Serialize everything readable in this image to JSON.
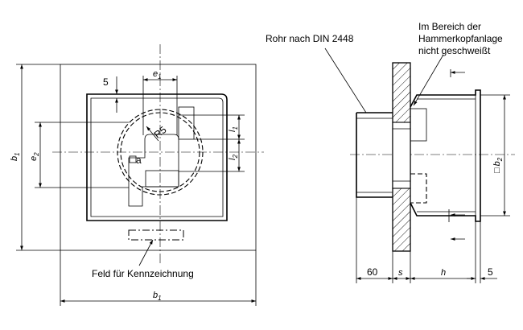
{
  "labels": {
    "rohr": "Rohr nach DIN 2448",
    "bereich_line1": "Im Bereich der",
    "bereich_line2": "Hammerkopfanlage",
    "bereich_line3": "nicht geschweißt",
    "feld": "Feld für Kennzeichnung"
  },
  "dims": {
    "b": "b",
    "b1_sub": "1",
    "e": "e",
    "e1_sub": "1",
    "e2_sub": "2",
    "five": "5",
    "r5": "R5",
    "a": "a",
    "l": "l",
    "l1_sub": "1",
    "l2_sub": "2",
    "sixty": "60",
    "s": "s",
    "h": "h",
    "five_right": "5",
    "b2_prefix": "□",
    "b2_sub": "2"
  }
}
